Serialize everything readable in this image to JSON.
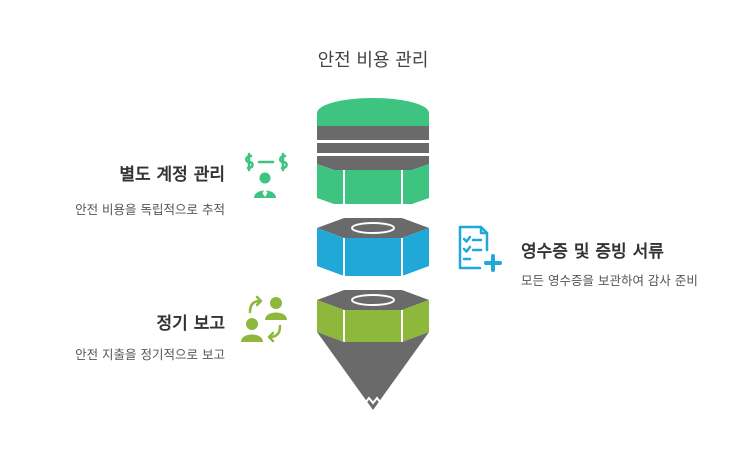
{
  "title": "안전 비용 관리",
  "items": [
    {
      "heading": "별도 계정 관리",
      "description": "안전 비용을 독립적으로 추적",
      "icon": "money-transfer-person-icon",
      "color": "#3ec381"
    },
    {
      "heading": "영수증 및 증빙 서류",
      "description": "모든 영수증을 보관하여 감사 준비",
      "icon": "checklist-add-document-icon",
      "color": "#1fa8d8"
    },
    {
      "heading": "정기 보고",
      "description": "안전 지출을 정기적으로 보고",
      "icon": "people-exchange-icon",
      "color": "#8db83c"
    }
  ]
}
